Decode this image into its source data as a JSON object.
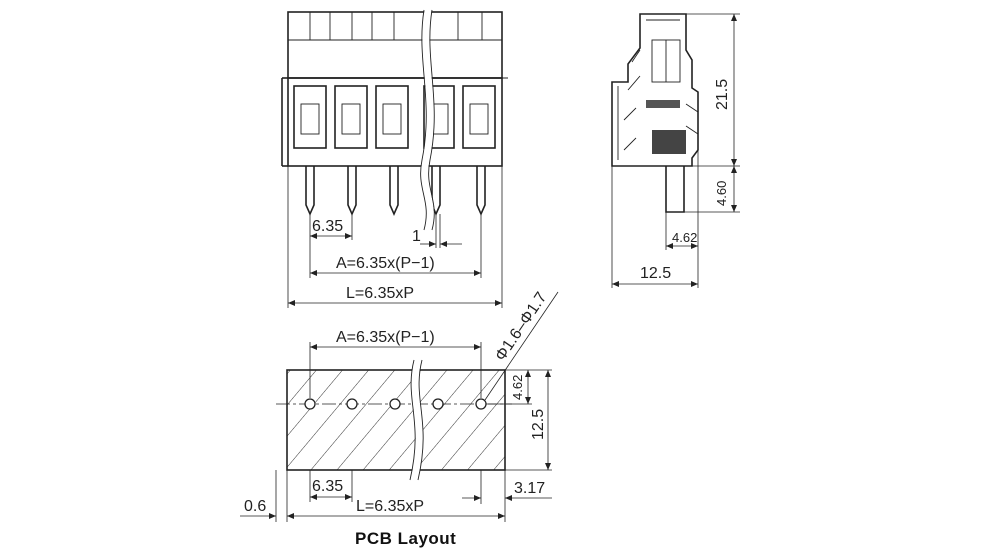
{
  "front_view": {
    "pitch_label": "6.35",
    "pin_label": "1",
    "a_label": "A=6.35x(P−1)",
    "l_label": "L=6.35xP"
  },
  "side_view": {
    "height_label": "21.5",
    "pin_length_label": "4.60",
    "offset_label": "4.62",
    "depth_label": "12.5"
  },
  "pcb_layout": {
    "title": "PCB Layout",
    "a_label": "A=6.35x(P−1)",
    "hole_label": "Φ1.6–Φ1.7",
    "offset_label": "4.62",
    "depth_label": "12.5",
    "pitch_label": "6.35",
    "l_label": "L=6.35xP",
    "edge_label": "0.6",
    "end_label": "3.17"
  }
}
